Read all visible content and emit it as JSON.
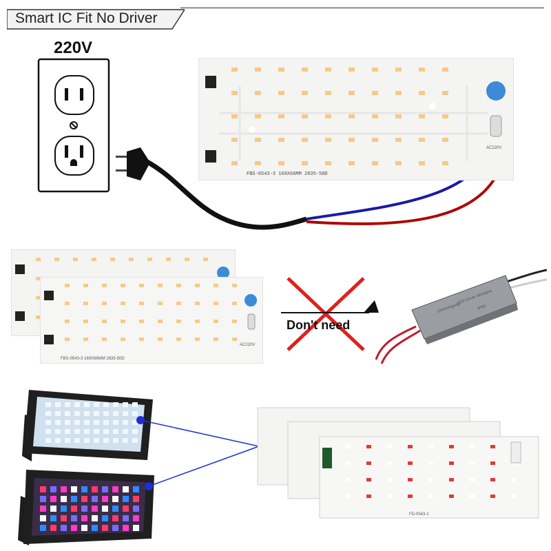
{
  "banner": {
    "title": "Smart IC Fit No Driver"
  },
  "outlet": {
    "voltage_label": "220V"
  },
  "board": {
    "label": "FBS-0543-3   169X66MM  2835-50D",
    "voltage_mark": "AC220V"
  },
  "board_front": {
    "label": "FBS-0543-3   169X66MM  2835-50D",
    "voltage_mark": "AC220V"
  },
  "no_driver": {
    "label": "Don't need"
  },
  "driver": {
    "brand": "Dimmingway",
    "line": "LED Driver Wireless",
    "ip": "IP65"
  },
  "rgb_board": {
    "label": "FD-0543-1"
  },
  "colors": {
    "wire_blue": "#1a1aa6",
    "wire_red": "#b00000",
    "cross_red": "#e0201c",
    "connector_blue": "#1c2fd8",
    "led_warm": "#f6c98a"
  }
}
